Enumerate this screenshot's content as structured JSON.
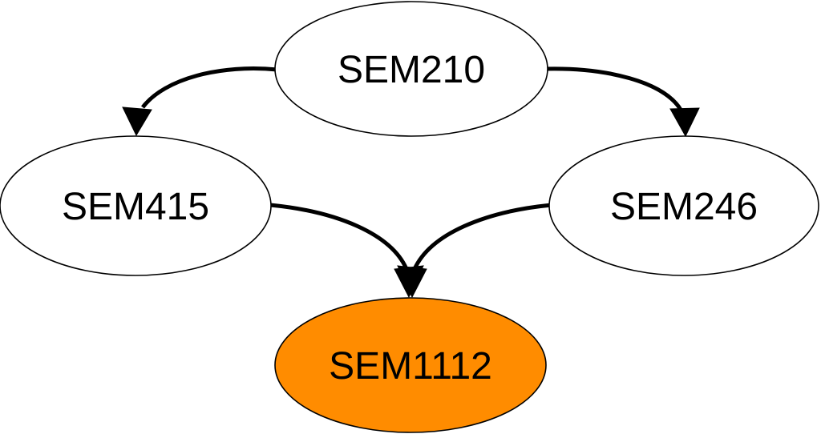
{
  "diagram": {
    "type": "directed-graph",
    "background_color": "#ffffff",
    "edge_color": "#000000",
    "text_color": "#000000",
    "nodes": [
      {
        "id": "SEM210",
        "label": "SEM210",
        "fill": "#ffffff",
        "highlighted": false
      },
      {
        "id": "SEM415",
        "label": "SEM415",
        "fill": "#ffffff",
        "highlighted": false
      },
      {
        "id": "SEM246",
        "label": "SEM246",
        "fill": "#ffffff",
        "highlighted": false
      },
      {
        "id": "SEM1112",
        "label": "SEM1112",
        "fill": "#ff8c00",
        "highlighted": true
      }
    ],
    "edges": [
      {
        "from": "SEM210",
        "to": "SEM415"
      },
      {
        "from": "SEM210",
        "to": "SEM246"
      },
      {
        "from": "SEM415",
        "to": "SEM1112"
      },
      {
        "from": "SEM246",
        "to": "SEM1112"
      }
    ]
  }
}
